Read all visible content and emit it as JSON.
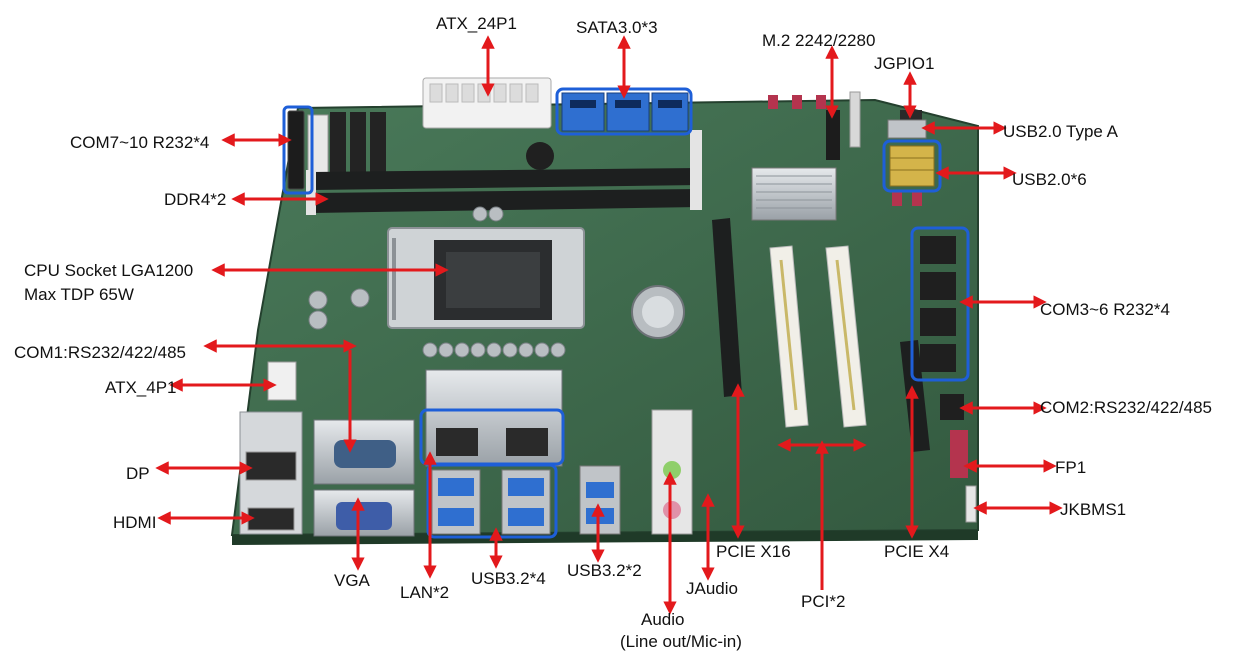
{
  "labels": {
    "atx24": "ATX_24P1",
    "sata": "SATA3.0*3",
    "m2": "M.2 2242/2280",
    "jgpio": "JGPIO1",
    "usb2a": "USB2.0 Type A",
    "com710": "COM7~10 R232*4",
    "usb2x6": "USB2.0*6",
    "ddr4": "DDR4*2",
    "cpu_line1": "CPU Socket LGA1200",
    "cpu_line2": "Max TDP 65W",
    "com36": "COM3~6 R232*4",
    "com1": "COM1:RS232/422/485",
    "atx4": "ATX_4P1",
    "com2": "COM2:RS232/422/485",
    "dp": "DP",
    "fp1": "FP1",
    "hdmi": "HDMI",
    "jkbms": "JKBMS1",
    "pcie16": "PCIE X16",
    "pcie4": "PCIE X4",
    "vga": "VGA",
    "lan": "LAN*2",
    "usb32x4": "USB3.2*4",
    "usb32x2": "USB3.2*2",
    "jaudio": "JAudio",
    "pci2": "PCI*2",
    "audio_line1": "Audio",
    "audio_line2": "(Line out/Mic-in)"
  },
  "colors": {
    "arrow": "#e3191c",
    "highlight": "#1e5fd8",
    "pcb": "#3e6a4d",
    "pcb_dark": "#2f5540",
    "slot": "#1d1f1f",
    "metal": "#c9ced3",
    "port_blue": "#2f6fd0",
    "header_yellow": "#d4b44a"
  },
  "icons": [
    "motherboard-photo",
    "cpu-socket-icon",
    "battery-icon"
  ]
}
